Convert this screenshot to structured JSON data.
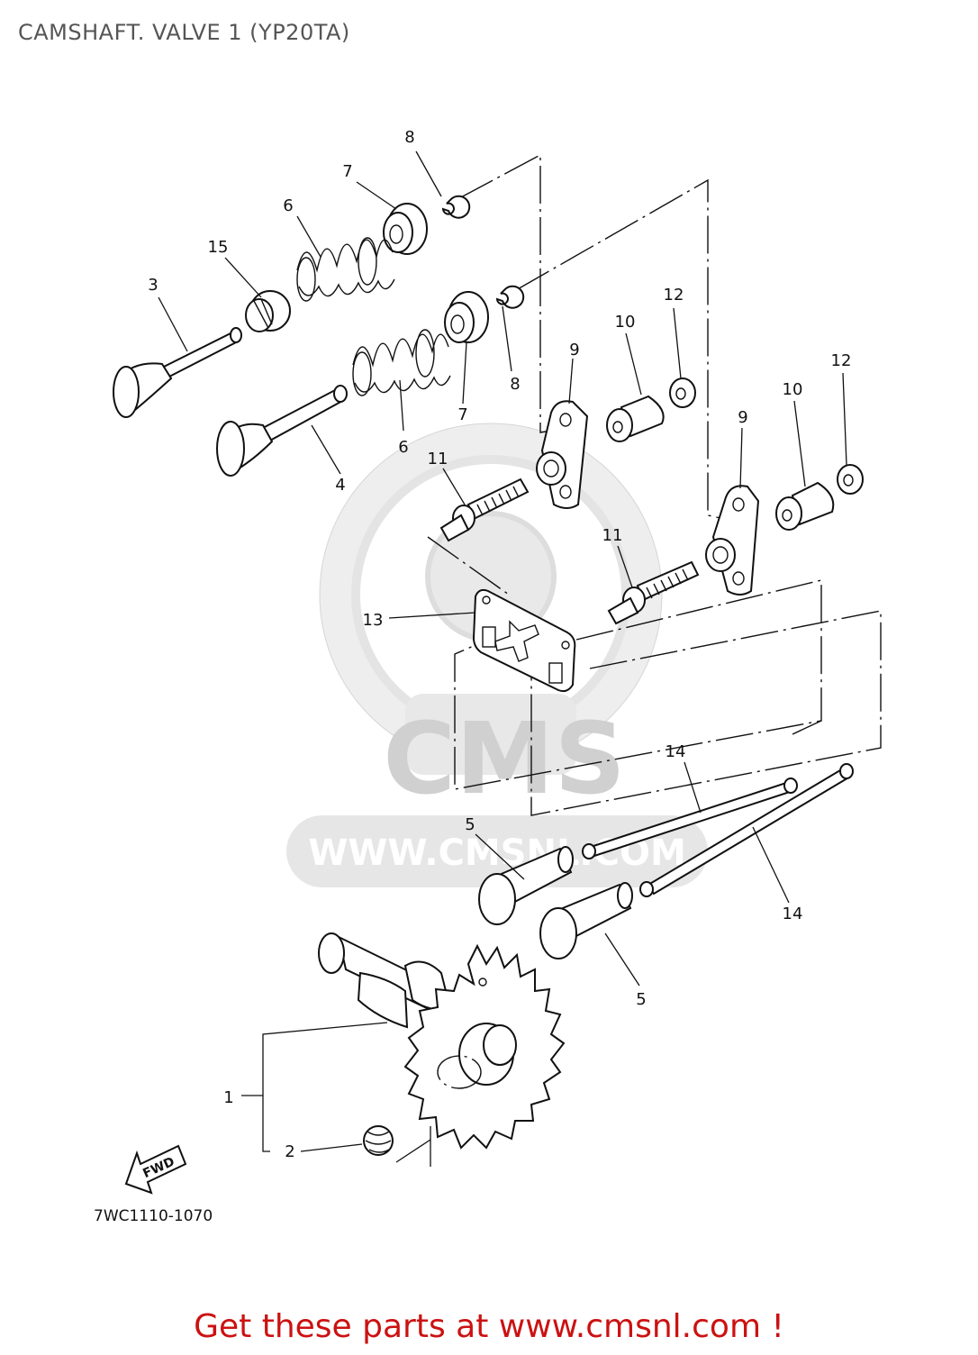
{
  "title": "CAMSHAFT. VALVE 1 (YP20TA)",
  "diagram_code": "7WC1110-1070",
  "footer_text": "Get these parts at www.cmsnl.com !",
  "fwd_label": "FWD",
  "watermark": {
    "brand": "CMS",
    "url": "WWW.CMSNL.COM"
  },
  "colors": {
    "footer": "#cc1111",
    "title": "#555555",
    "watermark": "#d0d0d0"
  },
  "callouts": [
    "8",
    "7",
    "6",
    "15",
    "3",
    "12",
    "10",
    "9",
    "8",
    "7",
    "6",
    "4",
    "12",
    "10",
    "9",
    "11",
    "11",
    "13",
    "14",
    "5",
    "14",
    "5",
    "1",
    "2"
  ]
}
